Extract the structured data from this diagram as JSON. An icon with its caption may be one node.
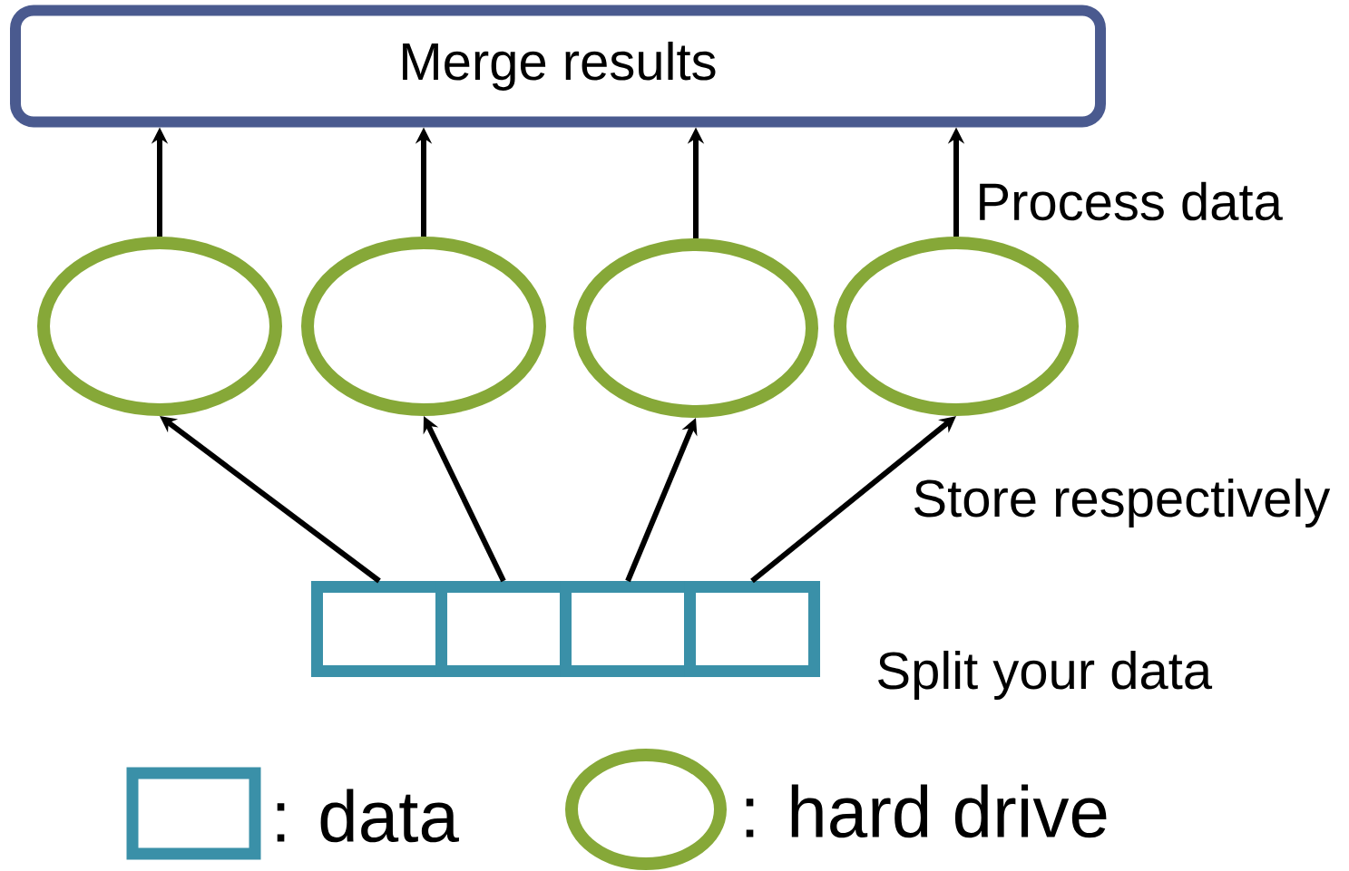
{
  "diagram": {
    "nodes": [
      {
        "text": [
          "Merge results"
        ]
      },
      {
        "text": [],
        "shape": "ellipse"
      },
      {
        "text": [],
        "shape": "ellipse"
      },
      {
        "text": [],
        "shape": "ellipse"
      },
      {
        "text": [],
        "shape": "ellipse"
      },
      {
        "text": [],
        "shape": "box"
      },
      {
        "text": [],
        "shape": "box"
      },
      {
        "text": [],
        "shape": "box"
      },
      {
        "text": [],
        "shape": "box"
      }
    ],
    "edges": [
      {
        "from": 1,
        "to": 0,
        "arrow": "to"
      },
      {
        "from": 2,
        "to": 0,
        "arrow": "to"
      },
      {
        "from": 3,
        "to": 0,
        "arrow": "to"
      },
      {
        "from": 4,
        "to": 0,
        "arrow": "to"
      },
      {
        "from": 5,
        "to": 1,
        "arrow": "to"
      },
      {
        "from": 6,
        "to": 2,
        "arrow": "to"
      },
      {
        "from": 7,
        "to": 3,
        "arrow": "to"
      },
      {
        "from": 8,
        "to": 4,
        "arrow": "to"
      }
    ],
    "labels": [
      "Process data",
      "Store respectively",
      "Split your data"
    ],
    "legend": [
      {
        "text": ": data"
      },
      {
        "text": ": hard drive"
      }
    ]
  }
}
